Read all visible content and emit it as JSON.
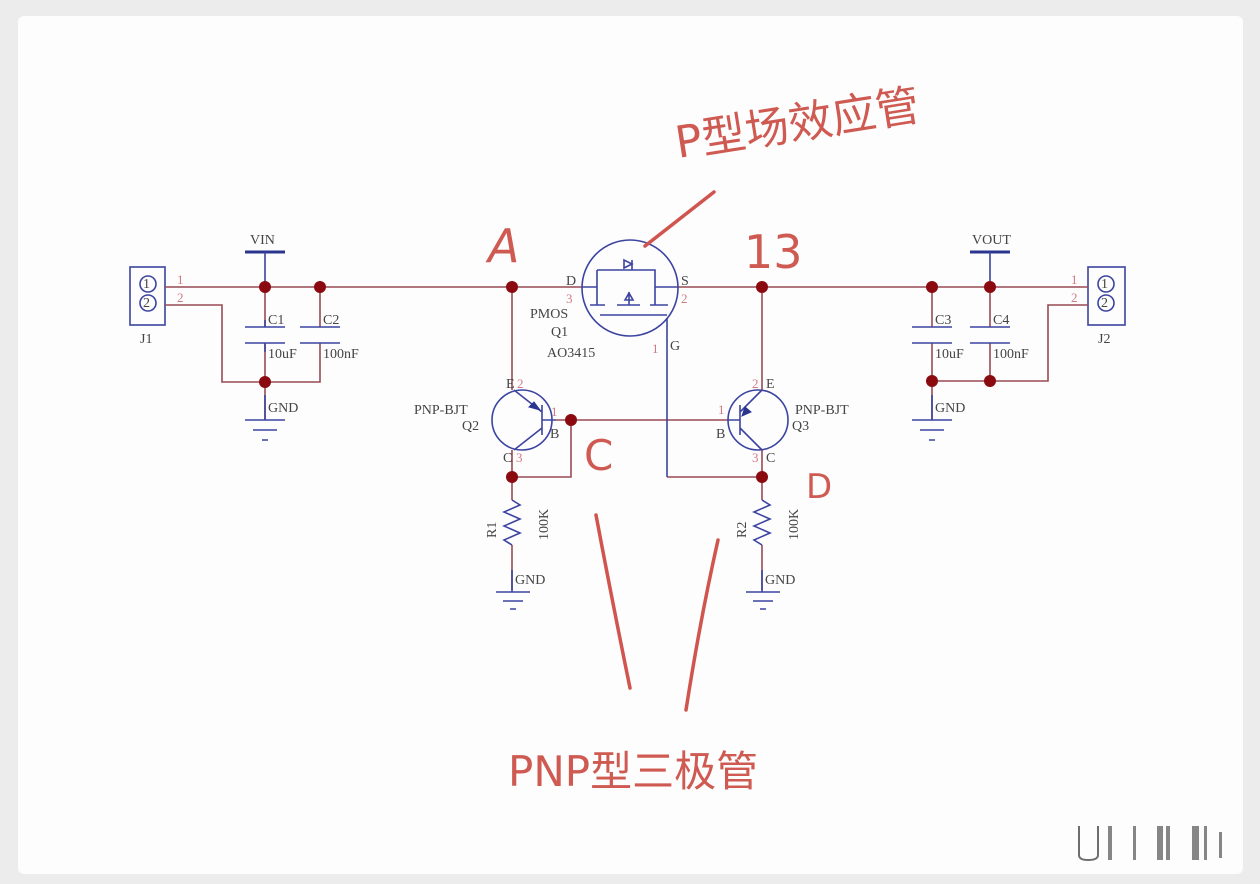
{
  "annotations": {
    "mosfet_label": "P型场效应管",
    "bjt_label": "PNP型三极管",
    "node_a": "A",
    "node_b": "13",
    "node_c": "C",
    "node_d": "D",
    "color": "#cf5a52"
  },
  "schematic": {
    "wire_color": "#9a4a55",
    "component_color": "#3c44a0",
    "junction_color": "#8a0a10",
    "connectors": [
      {
        "ref": "J1",
        "pins": [
          "1",
          "2"
        ]
      },
      {
        "ref": "J2",
        "pins": [
          "1",
          "2"
        ]
      }
    ],
    "power": {
      "vin": "VIN",
      "vout": "VOUT",
      "gnd": "GND"
    },
    "capacitors": [
      {
        "ref": "C1",
        "value": "10uF"
      },
      {
        "ref": "C2",
        "value": "100nF"
      },
      {
        "ref": "C3",
        "value": "10uF"
      },
      {
        "ref": "C4",
        "value": "100nF"
      }
    ],
    "mosfet": {
      "type": "PMOS",
      "ref": "Q1",
      "part": "AO3415",
      "pin_d": "D",
      "pin_s": "S",
      "pin_g": "G",
      "pin_d_num": "3",
      "pin_s_num": "2",
      "pin_g_num": "1"
    },
    "bjts": [
      {
        "type": "PNP-BJT",
        "ref": "Q2",
        "pin_b": "B",
        "pin_c": "C",
        "pin_e": "E",
        "b_num": "1",
        "e_num": "2",
        "c_num": "3"
      },
      {
        "type": "PNP-BJT",
        "ref": "Q3",
        "pin_b": "B",
        "pin_c": "C",
        "pin_e": "E",
        "b_num": "1",
        "e_num": "2",
        "c_num": "3"
      }
    ],
    "resistors": [
      {
        "ref": "R1",
        "value": "100K"
      },
      {
        "ref": "R2",
        "value": "100K"
      }
    ]
  }
}
